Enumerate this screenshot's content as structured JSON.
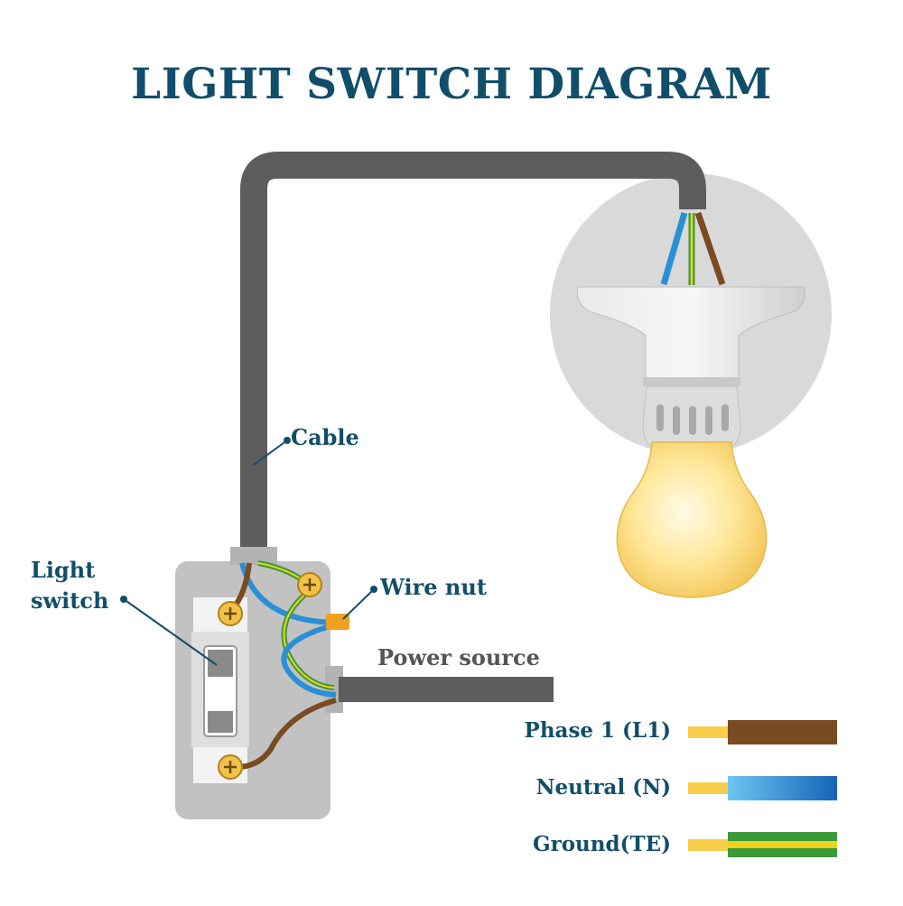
{
  "title": "LIGHT SWITCH DIAGRAM",
  "labels": {
    "cable": "Cable",
    "light_switch_line1": "Light",
    "light_switch_line2": "switch",
    "wire_nut": "Wire nut",
    "power_source": "Power source"
  },
  "legend": [
    {
      "label": "Phase 1 (L1)",
      "color": "#7a4a21"
    },
    {
      "label": "Neutral (N)",
      "color": "#2a8fd6"
    },
    {
      "label": "Ground(TE)",
      "color": "#3a9a3a"
    }
  ],
  "colors": {
    "title": "#114e6a",
    "cable": "#5d5d5d",
    "phase": "#7a4a21",
    "neutral": "#2a8fd6",
    "ground_green": "#3a9a3a",
    "ground_yellow": "#f0d020",
    "wire_nut": "#f0a020",
    "bulb_glow": "#fff3b0",
    "halo": "#d9d9d9"
  }
}
